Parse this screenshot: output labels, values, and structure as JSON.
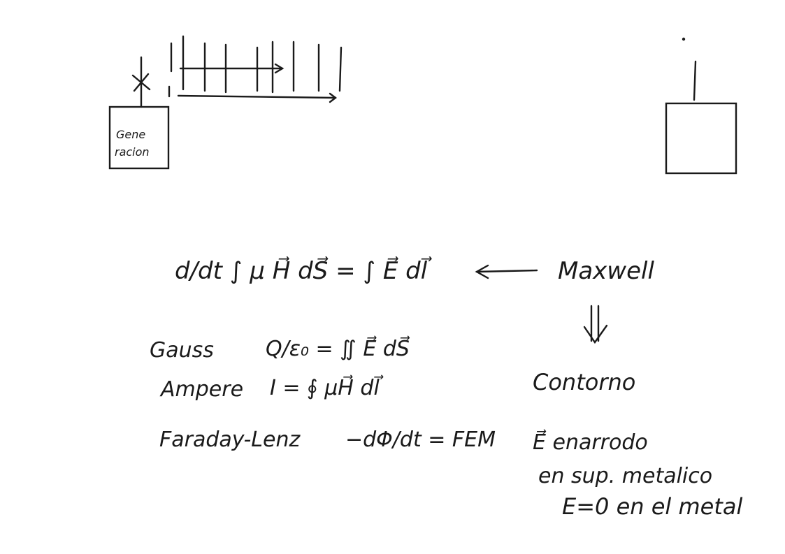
{
  "sketch": {
    "generator_label_line1": "Gene",
    "generator_label_line2": "racion"
  },
  "equations": {
    "maxwell_eq": "d/dt ∫ μ H⃗ dS⃗ = ∫ E⃗ dl⃗",
    "maxwell_label": "Maxwell",
    "gauss_label": "Gauss",
    "gauss_eq": "Q/ε₀ = ∬ E⃗ dS⃗",
    "ampere_label": "Ampere",
    "ampere_eq": "I = ∮ μH⃗ dl⃗",
    "faraday_label": "Faraday-Lenz",
    "faraday_eq": "−dΦ/dt = FEM"
  },
  "notes": {
    "contorno": "Contorno",
    "line1": "E⃗ enarrodo",
    "line2": "en sup. metalico",
    "line3": "E=0 en el metal"
  }
}
